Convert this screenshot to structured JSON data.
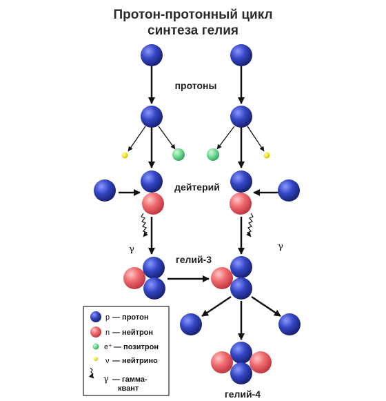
{
  "title": {
    "line1": "Протон-протонный цикл",
    "line2": "синтеза гелия"
  },
  "labels": {
    "protons": "протоны",
    "deuterium": "дейтерий",
    "helium3": "гелий-3",
    "helium4": "гелий-4",
    "gamma": "γ"
  },
  "legend": {
    "items": [
      {
        "symbol": "p",
        "text": "— протон"
      },
      {
        "symbol": "n",
        "text": "— нейтрон"
      },
      {
        "symbol": "e⁺",
        "text": "— позитрон"
      },
      {
        "symbol": "ν",
        "text": "— нейтрино"
      },
      {
        "symbol": "γ",
        "text": "— гамма-",
        "text2": "квант"
      }
    ]
  },
  "colors": {
    "proton": "#2b3aa6",
    "neutron": "#e5535a",
    "positron": "#4cc77a",
    "neutrino": "#f2e21a",
    "arrow": "#111111"
  }
}
